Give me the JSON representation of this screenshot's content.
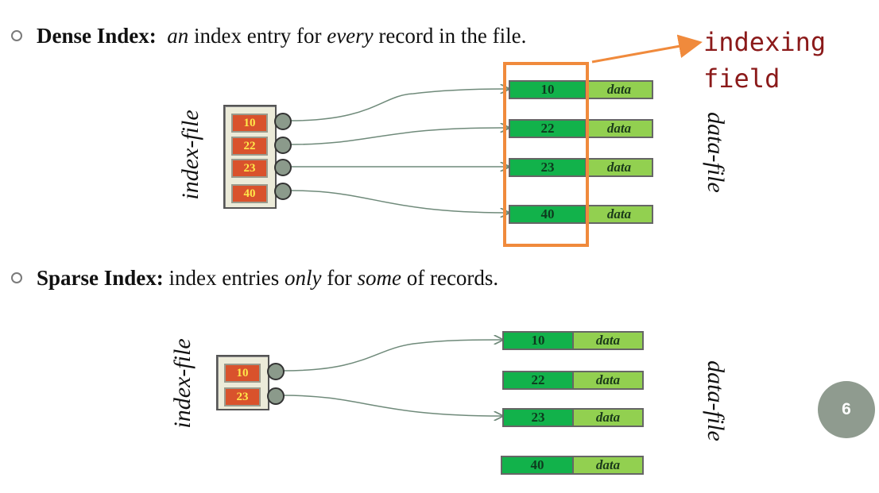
{
  "dense": {
    "term": "Dense Index:",
    "desc_parts": [
      "an",
      " index entry for ",
      "every",
      " record in the file."
    ],
    "index_file_label": "index-file",
    "data_file_label": "data-file",
    "index_entries": [
      "10",
      "22",
      "23",
      "40"
    ],
    "records": [
      {
        "key": "10",
        "value": "data"
      },
      {
        "key": "22",
        "value": "data"
      },
      {
        "key": "23",
        "value": "data"
      },
      {
        "key": "40",
        "value": "data"
      }
    ],
    "annotation": "indexing\nfield"
  },
  "sparse": {
    "term": "Sparse Index:",
    "desc_parts": [
      " index entries ",
      "only",
      " for ",
      "some",
      " of records."
    ],
    "index_file_label": "index-file",
    "data_file_label": "data-file",
    "index_entries": [
      "10",
      "23"
    ],
    "records": [
      {
        "key": "10",
        "value": "data"
      },
      {
        "key": "22",
        "value": "data"
      },
      {
        "key": "23",
        "value": "data"
      },
      {
        "key": "40",
        "value": "data"
      }
    ]
  },
  "page_number": "6",
  "colors": {
    "highlight": "#f08a3c",
    "annotation": "#8b1a1a",
    "key_cell": "#12b24b",
    "data_cell": "#92d050",
    "index_cell": "#d9522c"
  }
}
